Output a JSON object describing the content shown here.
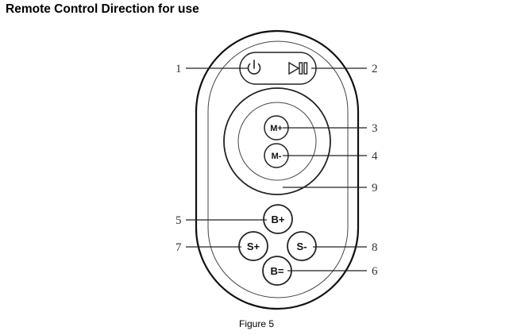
{
  "title": "Remote Control Direction for use",
  "caption": "Figure 5",
  "callouts": {
    "n1": "1",
    "n2": "2",
    "n3": "3",
    "n4": "4",
    "n5": "5",
    "n6": "6",
    "n7": "7",
    "n8": "8",
    "n9": "9"
  },
  "buttons": {
    "power": {
      "icon": "power-icon"
    },
    "play_pause": {
      "icon": "play-pause-icon"
    },
    "m_plus": "M+",
    "m_minus": "M-",
    "b_plus": "B+",
    "s_plus": "S+",
    "s_minus": "S-",
    "b_equal": "B="
  }
}
